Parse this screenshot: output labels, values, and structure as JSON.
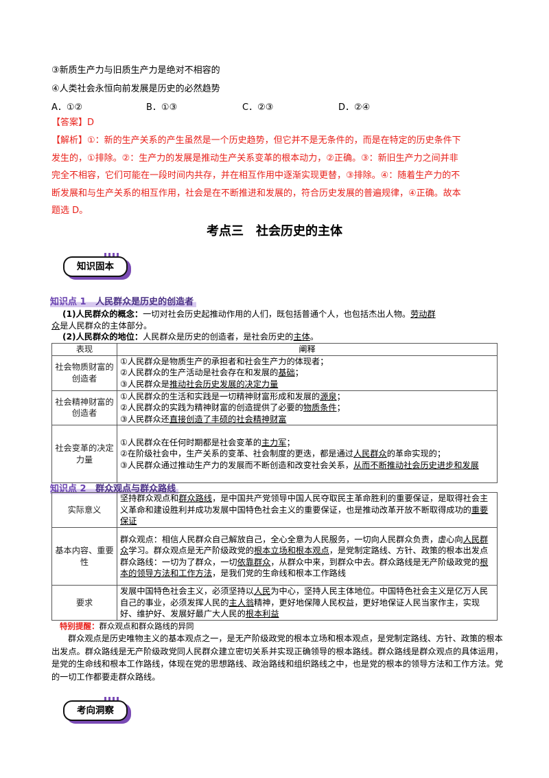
{
  "q_items": {
    "item3": "③新质生产力与旧质生产力是绝对不相容的",
    "item4": "④人类社会永恒向前发展是历史的必然趋势"
  },
  "options": {
    "a": "A．①②",
    "b": "B．①③",
    "c": "C．②③",
    "d": "D．②④"
  },
  "answer": "【答案】D",
  "analysis": {
    "l1": "【解析】①：新的生产关系的产生虽然是一个历史趋势，但它并不是无条件的，而是在特定的历史条件下",
    "l2": "发生的，①排除。②：生产力的发展是推动生产关系变革的根本动力，②正确。③：新旧生产力之间并非",
    "l3": "完全不相容，它们可能在一段时间内共存，并在相互作用中逐渐实现更替，③排除。④：随着生产力的不",
    "l4": "断发展和与生产关系的相互作用，社会是在不断推进和发展的，符合历史发展的普遍规律，④正确。故本",
    "l5": "题选 D。"
  },
  "section_title": "考点三　社会历史的主体",
  "badge1": "知识固本",
  "badge2": "考向洞察",
  "kp1": {
    "num": "知识点 1",
    "title": "人民群众是历史的创造者"
  },
  "kp1_text": {
    "p1_head": "(1)人民群众的概念：",
    "p1_body": "一切对社会历史起推动作用的人们，既包括普通个人，也包括杰出人物。",
    "p1_u1": "劳动群",
    "p1_u2": "众",
    "p1_tail": "是人民群众的主体部分。",
    "p2_head": "(2)人民群众的地位：",
    "p2_body": "人民群众是历史的创造者，是社会历史的",
    "p2_u": "主体",
    "p2_tail": "。"
  },
  "table1": {
    "head1": "表现",
    "head2": "阐释",
    "r1": {
      "label": "社会物质财富的创造者",
      "l1": "①人民群众是物质生产的承担者和社会生产力的体现者；",
      "l2a": "②人民群众的生产活动是社会存在和发展的",
      "l2u": "基础",
      "l2b": "；",
      "l3a": "③人民群众是",
      "l3u": "推动社会历史发展的决定力量"
    },
    "r2": {
      "label": "社会精神财富的创造者",
      "l1a": "①人民群众的生活和实践是一切精神财富形成和发展的",
      "l1u": "源泉",
      "l1b": "；",
      "l2a": "②人民群众的实践为精神财富的创造提供了必要的",
      "l2u": "物质条件",
      "l2b": "；",
      "l3a": "③人民群众还",
      "l3u": "直接创造了丰硕的社会精神财富"
    },
    "r3": {
      "label": "社会变革的决定力量",
      "l1a": "①人民群众在任何时期都是社会变革的",
      "l1u": "主力军",
      "l1b": "；",
      "l2a": "②在阶级社会中，生产关系的变革、社会制度的更迭，都是通过",
      "l2u": "人民群众",
      "l2b": "的革命实现的；",
      "l3a": "③人民群众通过推动生产力的发展而不断创造和改变社会关系，",
      "l3u": "从而不断推动社会历史进步和发展"
    }
  },
  "kp2": {
    "num": "知识点 2",
    "title": "群众观点与群众路线"
  },
  "table2": {
    "r1": {
      "label": "实际意义",
      "a": "坚持群众观点和",
      "u1": "群众路线",
      "b": "，是中国共产党领导中国人民夺取民主革命胜利的重要保证，是取得社会主义革命和建设胜利并成功发展中国特色社会主义的重要保证，也是推动改革开放不断取得成功的",
      "u2": "重要保证"
    },
    "r2": {
      "label": "基本内容、重要性",
      "a": "群众观点：相信人民群众自己解放自己，全心全意为人民服务，一切向人民群众负责，虚心向",
      "u1": "人民群众",
      "b": "学习。群众观点是无产阶级政党的",
      "u2": "根本立场和根本观点",
      "c": "，是党制定路线、方针、政策的根本出发点",
      "d": "群众路线：一切为了群众，一切",
      "u3": "依靠群众",
      "e": "，从群众中来，到群众中去。群众路线是无产阶级政党的",
      "u4": "根本的领导方法和工作方法",
      "f": "，是我们党的生命线和根本工作路线"
    },
    "r3": {
      "label": "要求",
      "a": "发展中国特色社会主义，必须坚持以",
      "u1": "人民",
      "b": "为中心，坚持人民主体地位。中国特色社会主义是亿万人民自己的事业，必须发挥人民的",
      "u2": "主人翁",
      "c": "精神，更好地保障人民权益，更好地保证人民当家作主，实现好、维护好、发展好最广大人民的",
      "u3": "根本利益"
    }
  },
  "tip": {
    "label": "特别提醒：",
    "text": "群众观点和群众路线的异同"
  },
  "tip_para": "群众观点是历史唯物主义的基本观点之一，是无产阶级政党的根本立场和根本观点，是党制定路线、方针、政策的根本出发点。群众路线是无产阶级政党同人民群众建立密切关系并实现正确领导的根本路线。群众路线是群众观点的具体运用，是党的生命线和根本工作路线，体现在党的思想路线、政治路线和组织路线之中，也是党的根本的领导方法和工作方法。党的一切工作都要走群众路线。",
  "colors": {
    "answer_red": "#e8201a",
    "accent_purple": "#7a4bb5",
    "highlight": "#d7c8ef"
  }
}
